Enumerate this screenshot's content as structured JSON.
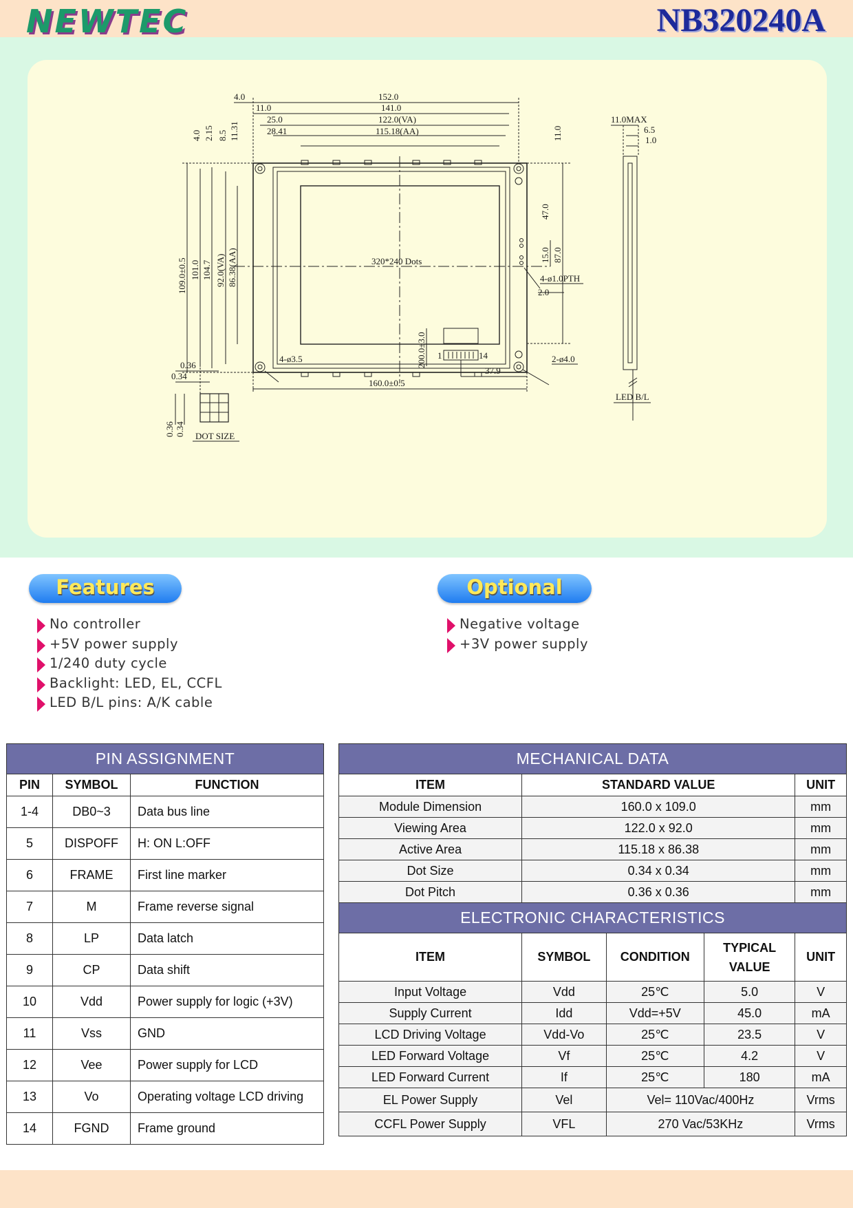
{
  "header": {
    "brand": "NEWTEC",
    "model": "NB320240A"
  },
  "drawing": {
    "dims_top": [
      "4.0",
      "152.0",
      "11.0",
      "141.0",
      "25.0",
      "122.0(VA)",
      "28.41",
      "115.18(AA)"
    ],
    "dims_vertical_left_top": [
      "4.0",
      "2.15",
      "8.5",
      "11.31"
    ],
    "dims_left": [
      "109.0±0.5",
      "101.0",
      "104.7",
      "92.0(VA)",
      "86.38(AA)"
    ],
    "center_label": "320*240 Dots",
    "dims_right": [
      "11.0",
      "47.0",
      "15.0",
      "87.0"
    ],
    "hole_label": "4-ø1.0PTH",
    "dim_2": "2.0",
    "mount_label": "4-ø3.5",
    "mount_label2": "2-ø4.0",
    "connector": {
      "pin_start": "1",
      "pin_end": "14",
      "offset": "37.9",
      "pitch": "200.0±3.0"
    },
    "overall_width": "160.0±0.5",
    "side": {
      "max": "11.0MAX",
      "d1": "6.5",
      "d2": "1.0",
      "label": "LED B/L"
    },
    "dot": {
      "w1": "0.36",
      "w2": "0.34",
      "h1": "0.36",
      "h2": "0.34",
      "label": "DOT SIZE"
    }
  },
  "features": {
    "title": "Features",
    "items": [
      "No controller",
      "+5V power supply",
      "1/240 duty cycle",
      "Backlight: LED, EL, CCFL",
      "LED B/L pins: A/K cable"
    ]
  },
  "optional": {
    "title": "Optional",
    "items": [
      "Negative voltage",
      "+3V power supply"
    ]
  },
  "pin_assignment": {
    "title": "PIN ASSIGNMENT",
    "headers": [
      "PIN",
      "SYMBOL",
      "FUNCTION"
    ],
    "rows": [
      [
        "1-4",
        "DB0~3",
        "Data bus line"
      ],
      [
        "5",
        "DISPOFF",
        "H: ON L:OFF"
      ],
      [
        "6",
        "FRAME",
        "First line marker"
      ],
      [
        "7",
        "M",
        "Frame reverse signal"
      ],
      [
        "8",
        "LP",
        "Data latch"
      ],
      [
        "9",
        "CP",
        "Data shift"
      ],
      [
        "10",
        "Vdd",
        "Power supply for logic (+3V)"
      ],
      [
        "11",
        "Vss",
        "GND"
      ],
      [
        "12",
        "Vee",
        "Power supply for LCD"
      ],
      [
        "13",
        "Vo",
        "Operating voltage LCD driving"
      ],
      [
        "14",
        "FGND",
        "Frame ground"
      ]
    ]
  },
  "mechanical": {
    "title": "MECHANICAL DATA",
    "headers": [
      "ITEM",
      "STANDARD VALUE",
      "UNIT"
    ],
    "rows": [
      [
        "Module Dimension",
        "160.0 x 109.0",
        "mm"
      ],
      [
        "Viewing Area",
        "122.0 x 92.0",
        "mm"
      ],
      [
        "Active Area",
        "115.18 x 86.38",
        "mm"
      ],
      [
        "Dot Size",
        "0.34 x 0.34",
        "mm"
      ],
      [
        "Dot Pitch",
        "0.36 x 0.36",
        "mm"
      ]
    ]
  },
  "electronic": {
    "title": "ELECTRONIC CHARACTERISTICS",
    "headers": [
      "ITEM",
      "SYMBOL",
      "CONDITION",
      "TYPICAL",
      "VALUE",
      "UNIT"
    ],
    "rows": [
      [
        "Input Voltage",
        "Vdd",
        "25℃",
        "5.0",
        "V"
      ],
      [
        "Supply Current",
        "Idd",
        "Vdd=+5V",
        "45.0",
        "mA"
      ],
      [
        "LCD Driving Voltage",
        "Vdd-Vo",
        "25℃",
        "23.5",
        "V"
      ],
      [
        "LED Forward Voltage",
        "Vf",
        "25℃",
        "4.2",
        "V"
      ],
      [
        "LED Forward Current",
        "If",
        "25℃",
        "180",
        "mA"
      ]
    ],
    "span_rows": [
      [
        "EL Power Supply",
        "Vel",
        "Vel= 110Vac/400Hz",
        "Vrms"
      ],
      [
        "CCFL Power Supply",
        "VFL",
        "270 Vac/53KHz",
        "Vrms"
      ]
    ]
  }
}
